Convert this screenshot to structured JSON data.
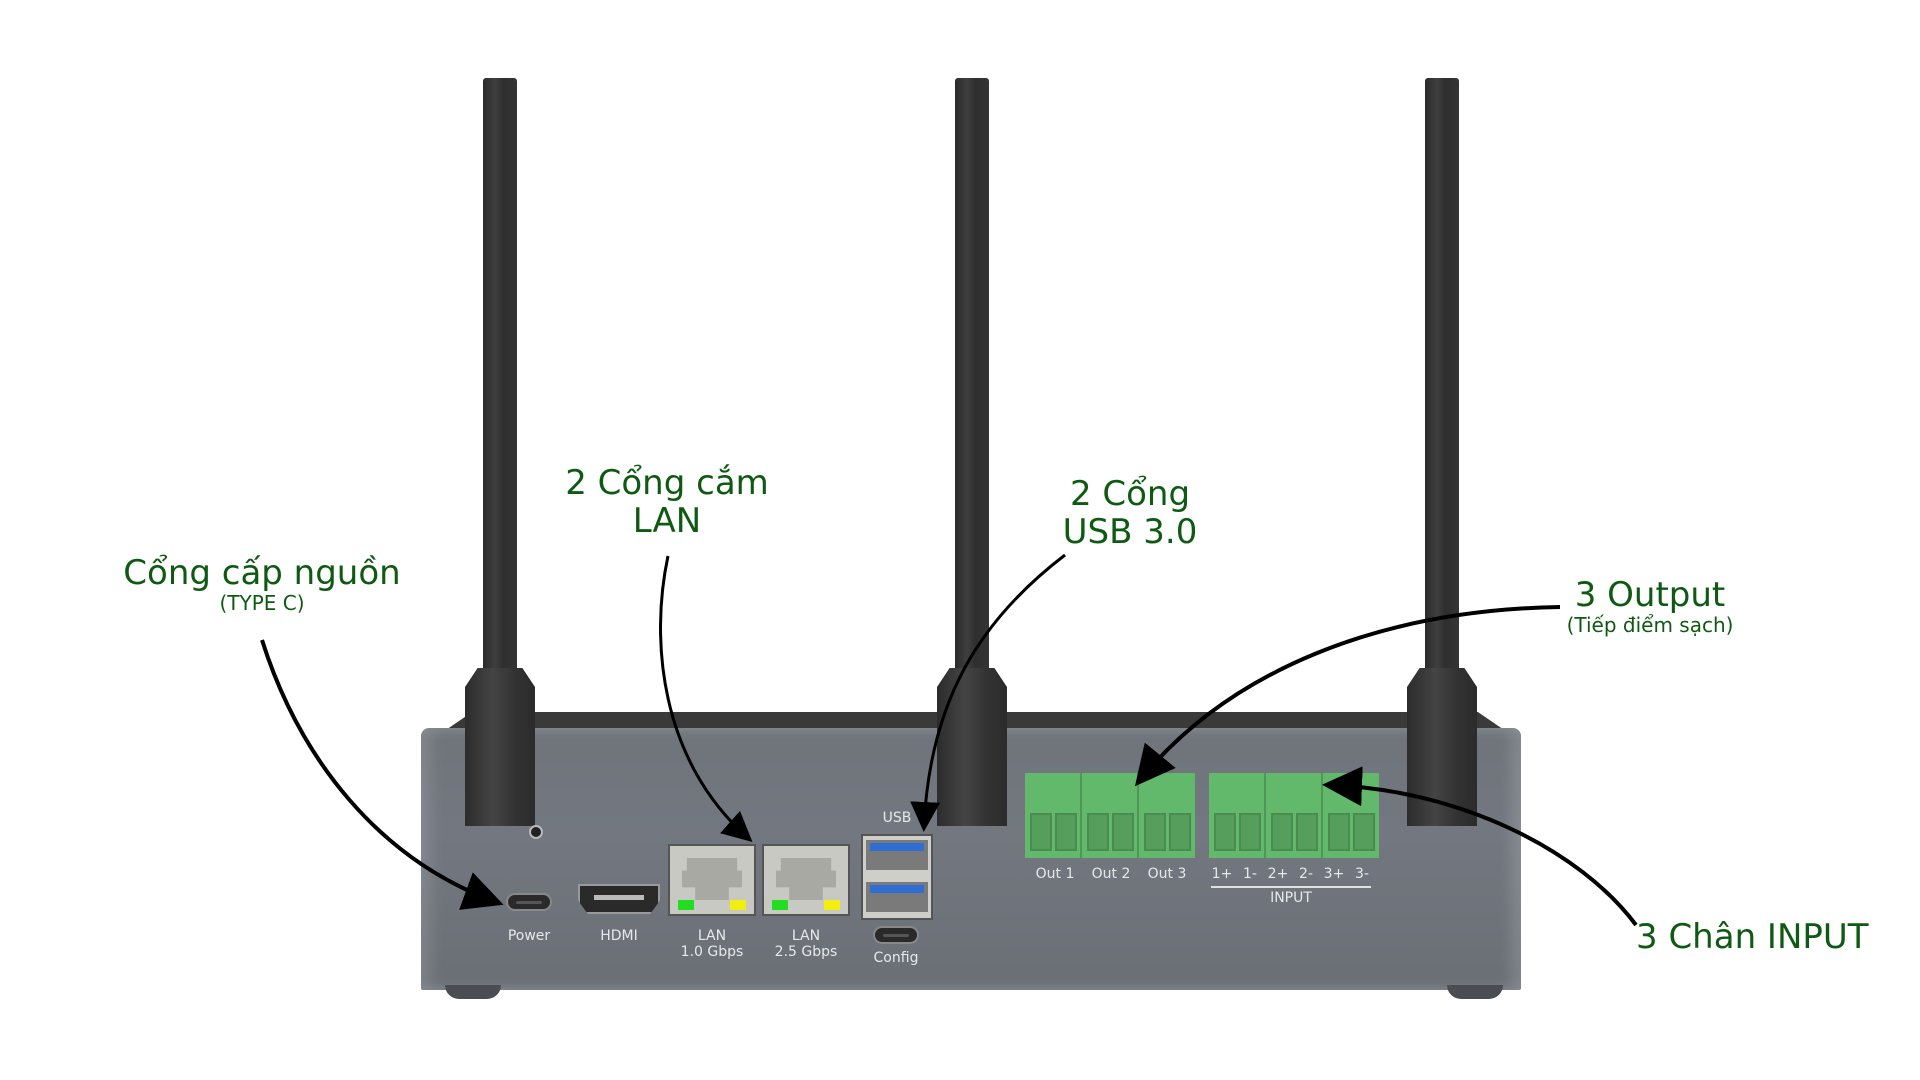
{
  "callouts": {
    "power": {
      "title": "Cổng cấp nguồn",
      "subtitle": "(TYPE C)"
    },
    "lan": {
      "line1": "2 Cổng cắm",
      "line2": "LAN"
    },
    "usb": {
      "line1": "2 Cổng",
      "line2": "USB 3.0"
    },
    "output": {
      "title": "3 Output",
      "subtitle": "(Tiếp điểm sạch)"
    },
    "input": {
      "title": "3 Chân INPUT"
    }
  },
  "device": {
    "ports": {
      "power": "Power",
      "hdmi": "HDMI",
      "lan1": {
        "line1": "LAN",
        "line2": "1.0 Gbps"
      },
      "lan2": {
        "line1": "LAN",
        "line2": "2.5 Gbps"
      },
      "usb": "USB",
      "config": "Config"
    },
    "outputs": [
      "Out 1",
      "Out 2",
      "Out 3"
    ],
    "inputs": [
      "1+",
      "1-",
      "2+",
      "2-",
      "3+",
      "3-"
    ],
    "input_group_label": "INPUT",
    "led_colors": {
      "link": "#22dd22",
      "activity": "#f2ee10"
    },
    "accent_label_color": "#0f5a12",
    "usb_tongue_color": "#2f6fd3",
    "terminal_color": "#62b86b"
  }
}
